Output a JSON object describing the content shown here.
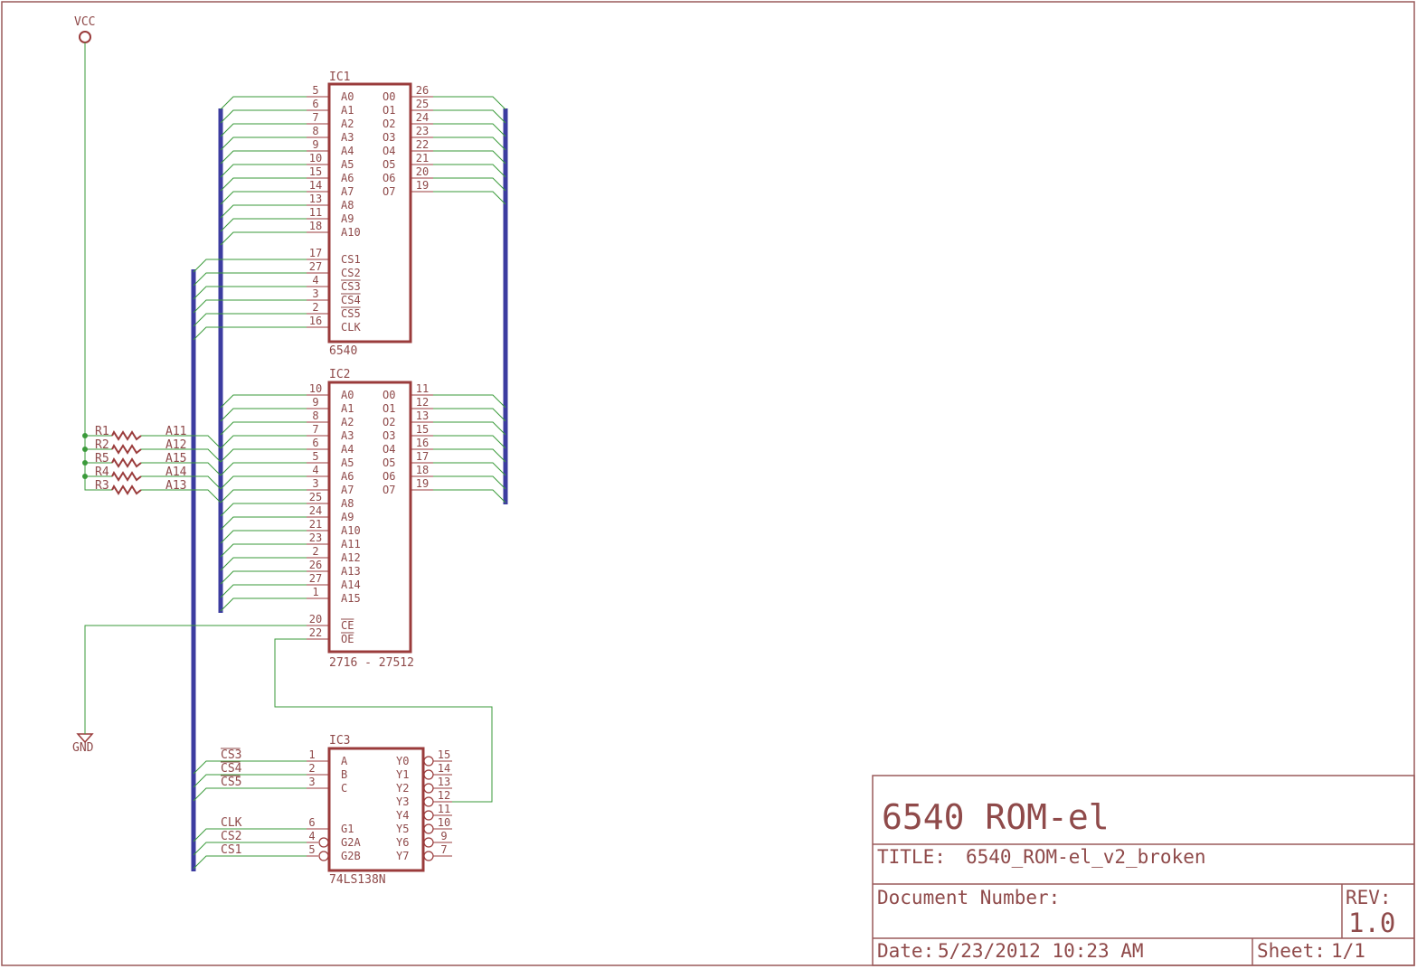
{
  "power": {
    "vcc": "VCC",
    "gnd": "GND"
  },
  "ic1": {
    "ref": "IC1",
    "value": "6540",
    "left_pins": [
      {
        "n": "5",
        "name": "A0"
      },
      {
        "n": "6",
        "name": "A1"
      },
      {
        "n": "7",
        "name": "A2"
      },
      {
        "n": "8",
        "name": "A3"
      },
      {
        "n": "9",
        "name": "A4"
      },
      {
        "n": "10",
        "name": "A5"
      },
      {
        "n": "15",
        "name": "A6"
      },
      {
        "n": "14",
        "name": "A7"
      },
      {
        "n": "13",
        "name": "A8"
      },
      {
        "n": "11",
        "name": "A9"
      },
      {
        "n": "18",
        "name": "A10"
      }
    ],
    "cs_pins": [
      {
        "n": "17",
        "name": "CS1"
      },
      {
        "n": "27",
        "name": "CS2"
      },
      {
        "n": "4",
        "name": "CS3",
        "bar": true
      },
      {
        "n": "3",
        "name": "CS4",
        "bar": true
      },
      {
        "n": "2",
        "name": "CS5",
        "bar": true
      },
      {
        "n": "16",
        "name": "CLK"
      }
    ],
    "right_pins": [
      {
        "n": "26",
        "name": "O0"
      },
      {
        "n": "25",
        "name": "O1"
      },
      {
        "n": "24",
        "name": "O2"
      },
      {
        "n": "23",
        "name": "O3"
      },
      {
        "n": "22",
        "name": "O4"
      },
      {
        "n": "21",
        "name": "O5"
      },
      {
        "n": "20",
        "name": "O6"
      },
      {
        "n": "19",
        "name": "O7"
      }
    ]
  },
  "ic2": {
    "ref": "IC2",
    "value": "2716 - 27512",
    "left_pins": [
      {
        "n": "10",
        "name": "A0"
      },
      {
        "n": "9",
        "name": "A1"
      },
      {
        "n": "8",
        "name": "A2"
      },
      {
        "n": "7",
        "name": "A3"
      },
      {
        "n": "6",
        "name": "A4"
      },
      {
        "n": "5",
        "name": "A5"
      },
      {
        "n": "4",
        "name": "A6"
      },
      {
        "n": "3",
        "name": "A7"
      },
      {
        "n": "25",
        "name": "A8"
      },
      {
        "n": "24",
        "name": "A9"
      },
      {
        "n": "21",
        "name": "A10"
      },
      {
        "n": "23",
        "name": "A11"
      },
      {
        "n": "2",
        "name": "A12"
      },
      {
        "n": "26",
        "name": "A13"
      },
      {
        "n": "27",
        "name": "A14"
      },
      {
        "n": "1",
        "name": "A15"
      }
    ],
    "ctrl_pins": [
      {
        "n": "20",
        "name": "CE",
        "bar": true
      },
      {
        "n": "22",
        "name": "OE",
        "bar": true
      }
    ],
    "right_pins": [
      {
        "n": "11",
        "name": "O0"
      },
      {
        "n": "12",
        "name": "O1"
      },
      {
        "n": "13",
        "name": "O2"
      },
      {
        "n": "15",
        "name": "O3"
      },
      {
        "n": "16",
        "name": "O4"
      },
      {
        "n": "17",
        "name": "O5"
      },
      {
        "n": "18",
        "name": "O6"
      },
      {
        "n": "19",
        "name": "O7"
      }
    ]
  },
  "ic3": {
    "ref": "IC3",
    "value": "74LS138N",
    "sel_pins": [
      {
        "n": "1",
        "name": "A",
        "net": "CS3",
        "bar": true
      },
      {
        "n": "2",
        "name": "B",
        "net": "CS4",
        "bar": true
      },
      {
        "n": "3",
        "name": "C",
        "net": "CS5",
        "bar": true
      }
    ],
    "en_pins": [
      {
        "n": "6",
        "name": "G1",
        "net": "CLK",
        "inv": false
      },
      {
        "n": "4",
        "name": "G2A",
        "net": "CS2",
        "inv": true
      },
      {
        "n": "5",
        "name": "G2B",
        "net": "CS1",
        "inv": true
      }
    ],
    "right_pins": [
      {
        "n": "15",
        "name": "Y0"
      },
      {
        "n": "14",
        "name": "Y1"
      },
      {
        "n": "13",
        "name": "Y2"
      },
      {
        "n": "12",
        "name": "Y3"
      },
      {
        "n": "11",
        "name": "Y4"
      },
      {
        "n": "10",
        "name": "Y5"
      },
      {
        "n": "9",
        "name": "Y6"
      },
      {
        "n": "7",
        "name": "Y7"
      }
    ]
  },
  "resistors": [
    {
      "ref": "R1",
      "net": "A11"
    },
    {
      "ref": "R2",
      "net": "A12"
    },
    {
      "ref": "R5",
      "net": "A15"
    },
    {
      "ref": "R4",
      "net": "A14"
    },
    {
      "ref": "R3",
      "net": "A13"
    }
  ],
  "titleblock": {
    "name": "6540 ROM-el",
    "title_label": "TITLE:",
    "title": "6540_ROM-el_v2_broken",
    "docnum_label": "Document Number:",
    "rev_label": "REV:",
    "rev": "1.0",
    "date_label": "Date:",
    "date": "5/23/2012 10:23 AM",
    "sheet_label": "Sheet:",
    "sheet": "1/1"
  },
  "colors": {
    "component": "#9a3b3b",
    "wire": "#3a9a3a",
    "bus": "#3c3ca0"
  }
}
